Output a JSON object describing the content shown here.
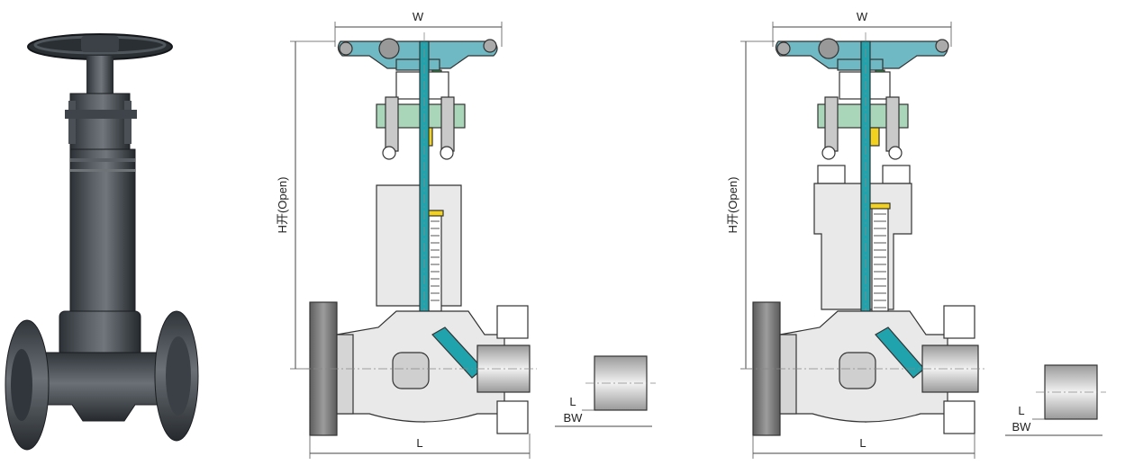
{
  "drawings": [
    {
      "width_label": "W",
      "height_label": "H开(Open)",
      "length_label": "L",
      "end_label": "L",
      "bw_label": "BW"
    },
    {
      "width_label": "W",
      "height_label": "H开(Open)",
      "length_label": "L",
      "end_label": "L",
      "bw_label": "BW"
    }
  ],
  "colors": {
    "handwheel": "#6fb9c4",
    "stem_teal": "#20a3ad",
    "body_grey": "#e9e9e9",
    "flange_dark": "#7d7d7d",
    "yoke_green": "#a9d6b8",
    "accent_yellow": "#f2d21e",
    "accent_green": "#2e9b3e"
  }
}
